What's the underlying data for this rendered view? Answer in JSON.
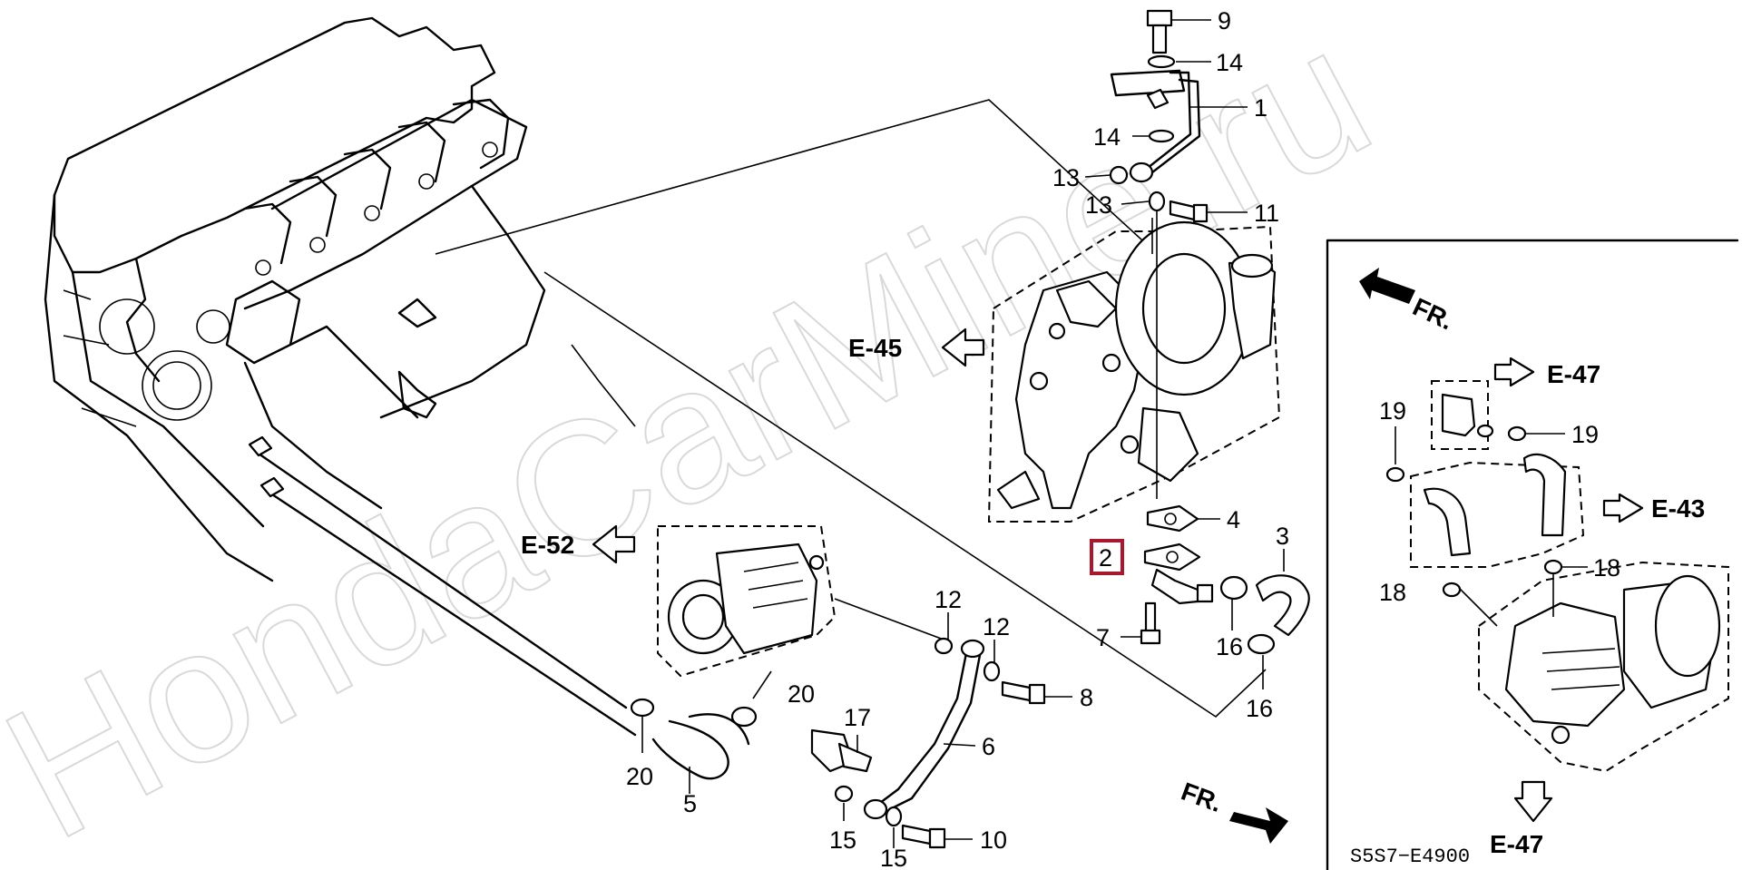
{
  "diagram": {
    "watermark": "HondaCarMine.ru",
    "diagram_code": "S5S7−E4900",
    "highlighted_part": "2",
    "highlight_color": "#a6192e",
    "part_numbers": {
      "p1": "1",
      "p2": "2",
      "p3": "3",
      "p4": "4",
      "p5": "5",
      "p6": "6",
      "p7": "7",
      "p8": "8",
      "p9": "9",
      "p10": "10",
      "p11": "11",
      "p12a": "12",
      "p12b": "12",
      "p13a": "13",
      "p13b": "13",
      "p14a": "14",
      "p14b": "14",
      "p15a": "15",
      "p15b": "15",
      "p16a": "16",
      "p16b": "16",
      "p17": "17",
      "p18a": "18",
      "p18b": "18",
      "p19a": "19",
      "p19b": "19",
      "p20a": "20",
      "p20b": "20"
    },
    "section_refs": {
      "e45": "E-45",
      "e52": "E-52",
      "e47_top": "E-47",
      "e43": "E-43",
      "e47_bottom": "E-47"
    },
    "direction_labels": {
      "fr_main": "FR.",
      "fr_inset": "FR."
    }
  }
}
